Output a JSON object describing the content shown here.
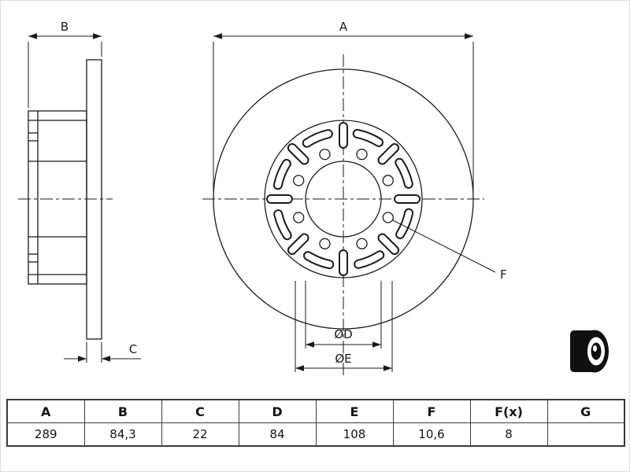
{
  "drawing": {
    "labels": {
      "a": "A",
      "b": "B",
      "c": "C",
      "d": "ØD",
      "e": "ØE",
      "f": "F"
    }
  },
  "table": {
    "headers": [
      "A",
      "B",
      "C",
      "D",
      "E",
      "F",
      "F(x)",
      "G"
    ],
    "values": [
      "289",
      "84,3",
      "22",
      "84",
      "108",
      "10,6",
      "8",
      ""
    ]
  }
}
